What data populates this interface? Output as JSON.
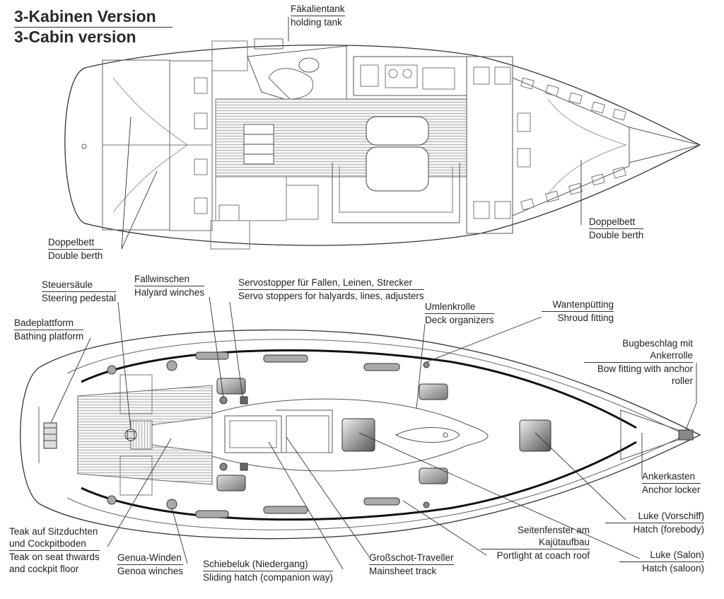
{
  "title": {
    "de": "3-Kabinen Version",
    "en": "3-Cabin version"
  },
  "labels": {
    "holding_tank": {
      "de": "Fäkalientank",
      "en": "holding tank"
    },
    "double_berth_aft": {
      "de": "Doppelbett",
      "en": "Double berth"
    },
    "double_berth_fwd": {
      "de": "Doppelbett",
      "en": "Double berth"
    },
    "steering_pedestal": {
      "de": "Steuersäule",
      "en": "Steering pedestal"
    },
    "halyard_winches": {
      "de": "Fallwinschen",
      "en": "Halyard winches"
    },
    "servo_stoppers": {
      "de": "Servostopper für Fallen, Leinen, Strecker",
      "en": "Servo stoppers for halyards, lines, adjusters"
    },
    "bathing_platform": {
      "de": "Badeplattform",
      "en": "Bathing platform"
    },
    "deck_organizers": {
      "de": "Umlenkrolle",
      "en": "Deck organizers"
    },
    "shroud_fitting": {
      "de": "Wantenpütting",
      "en": "Shroud fitting"
    },
    "bow_fitting": {
      "de1": "Bugbeschlag mit",
      "de2": "Ankerrolle",
      "en1": "Bow fitting with anchor",
      "en2": "roller"
    },
    "anchor_locker": {
      "de": "Ankerkasten",
      "en": "Anchor locker"
    },
    "hatch_forebody": {
      "de": "Luke (Vorschiff)",
      "en": "Hatch (forebody)"
    },
    "portlight": {
      "de1": "Seitenfenster am",
      "de2": "Kajütaufbau",
      "en": "Portlight at coach roof"
    },
    "hatch_saloon": {
      "de": "Luke (Salon)",
      "en": "Hatch (saloon)"
    },
    "teak": {
      "de1": "Teak auf Sitzduchten",
      "de2": "und Cockpitboden",
      "en1": "Teak on seat thwards",
      "en2": "and cockpit floor"
    },
    "genoa_winches": {
      "de": "Genua-Winden",
      "en": "Genoa winches"
    },
    "sliding_hatch": {
      "de": "Schiebeluk (Niedergang)",
      "en": "Sliding hatch (companion way)"
    },
    "mainsheet_track": {
      "de": "Großschot-Traveller",
      "en": "Mainsheet track"
    }
  }
}
